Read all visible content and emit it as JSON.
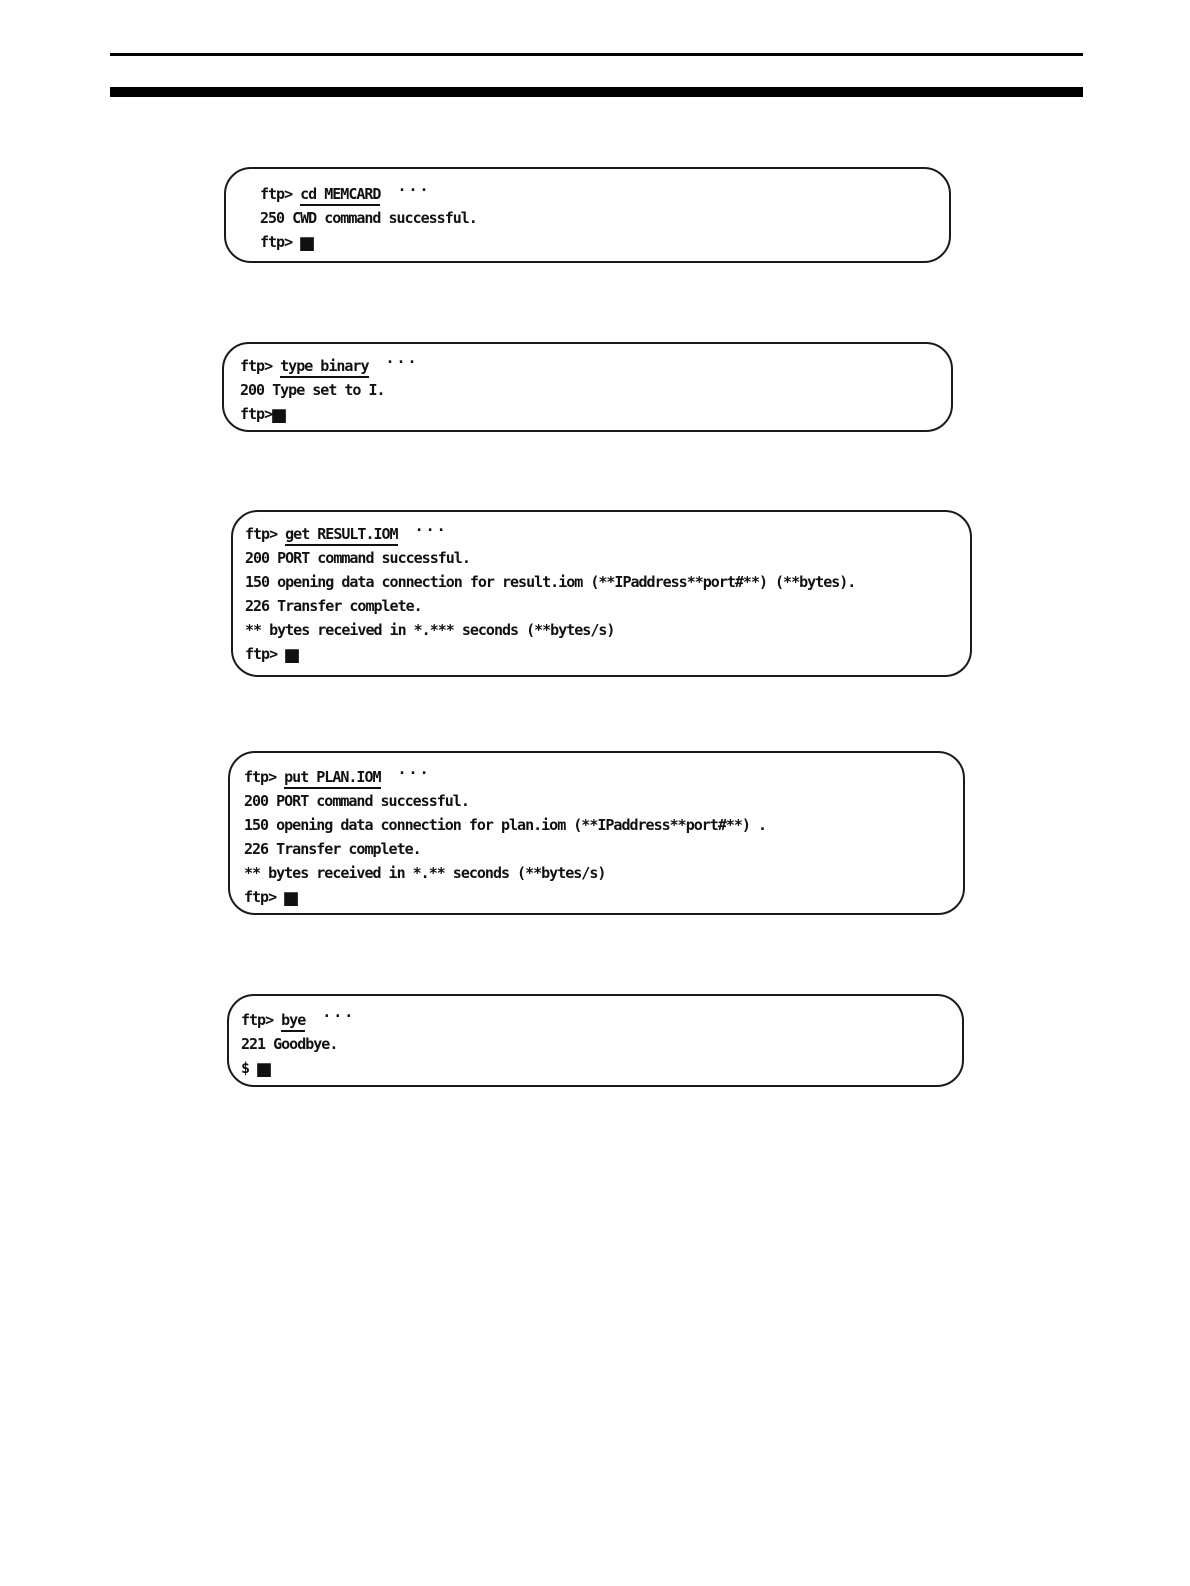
{
  "page": {
    "background": "#ffffff",
    "ink": "#111111",
    "rule_color": "#000000"
  },
  "sessions": [
    {
      "name": "change-directory",
      "command": {
        "prompt": "ftp> ",
        "entry": "cd MEMCARD",
        "dots": "···"
      },
      "responses": [
        "250 CWD command successful."
      ],
      "tail": {
        "prompt": "ftp> ",
        "cursor": "■"
      }
    },
    {
      "name": "type-binary",
      "command": {
        "prompt": "ftp> ",
        "entry": "type binary",
        "dots": "···"
      },
      "responses": [
        "200 Type set to I."
      ],
      "tail": {
        "prompt": "ftp>",
        "cursor": "■"
      }
    },
    {
      "name": "get-result-iom",
      "command": {
        "prompt": "ftp> ",
        "entry": "get RESULT.IOM",
        "dots": "···"
      },
      "responses": [
        "200 PORT command successful.",
        "150 opening data connection for result.iom (**IPaddress**port#**) (**bytes).",
        "226 Transfer complete.",
        "** bytes received in *.*** seconds (**bytes/s)"
      ],
      "tail": {
        "prompt": "ftp> ",
        "cursor": "■"
      }
    },
    {
      "name": "put-plan-iom",
      "command": {
        "prompt": "ftp> ",
        "entry": "put PLAN.IOM",
        "dots": "···"
      },
      "responses": [
        "200 PORT command successful.",
        "150 opening data connection for plan.iom (**IPaddress**port#**) .",
        "226 Transfer complete.",
        "** bytes received in *.** seconds (**bytes/s)"
      ],
      "tail": {
        "prompt": "ftp> ",
        "cursor": "■"
      }
    },
    {
      "name": "bye",
      "command": {
        "prompt": "ftp> ",
        "entry": "bye",
        "dots": "···"
      },
      "responses": [
        "221 Goodbye."
      ],
      "tail": {
        "prompt": "$ ",
        "cursor": "■"
      }
    }
  ]
}
